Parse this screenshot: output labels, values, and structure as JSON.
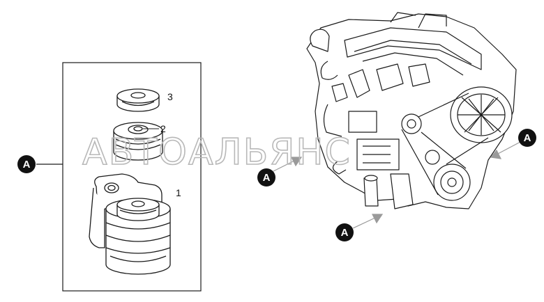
{
  "callouts": {
    "part_1": "1",
    "part_2": "2",
    "part_3": "3"
  },
  "view_marker": "A",
  "watermark": "АВТОАЛЬЯНС",
  "colors": {
    "line": "#1a1a1a",
    "badge": "#111111",
    "arrow": "#9a9a9a",
    "watermark": "#b8b8b8"
  }
}
